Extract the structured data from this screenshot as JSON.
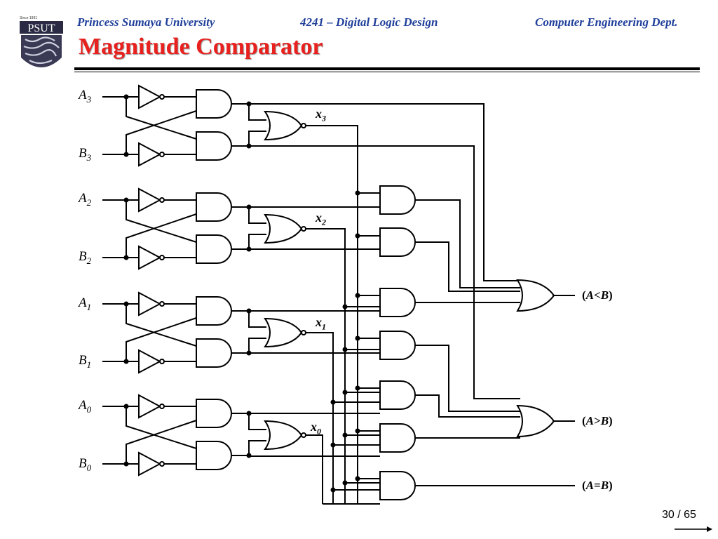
{
  "logo": {
    "since": "Since 1991",
    "abbr": "PSUT"
  },
  "header": {
    "university": "Princess Sumaya University",
    "course": "4241 – Digital Logic Design",
    "department": "Computer Engineering Dept."
  },
  "title": "Magnitude Comparator",
  "inputs": [
    {
      "letter": "A",
      "index": "3"
    },
    {
      "letter": "B",
      "index": "3"
    },
    {
      "letter": "A",
      "index": "2"
    },
    {
      "letter": "B",
      "index": "2"
    },
    {
      "letter": "A",
      "index": "1"
    },
    {
      "letter": "B",
      "index": "1"
    },
    {
      "letter": "A",
      "index": "0"
    },
    {
      "letter": "B",
      "index": "0"
    }
  ],
  "xnor_outputs": [
    {
      "letter": "x",
      "index": "3"
    },
    {
      "letter": "x",
      "index": "2"
    },
    {
      "letter": "x",
      "index": "1"
    },
    {
      "letter": "x",
      "index": "0"
    }
  ],
  "outputs": {
    "lt": {
      "open": "(",
      "a": "A",
      "op": "<",
      "b": "B",
      "close": ")"
    },
    "gt": {
      "open": "(",
      "a": "A",
      "op": ">",
      "b": "B",
      "close": ")"
    },
    "eq": {
      "open": "(",
      "a": "A",
      "op": "=",
      "b": "B",
      "close": ")"
    }
  },
  "footer": {
    "page": "30 / 65"
  },
  "colors": {
    "header_blue": "#1f3f9a",
    "title_red": "#e8201e"
  }
}
